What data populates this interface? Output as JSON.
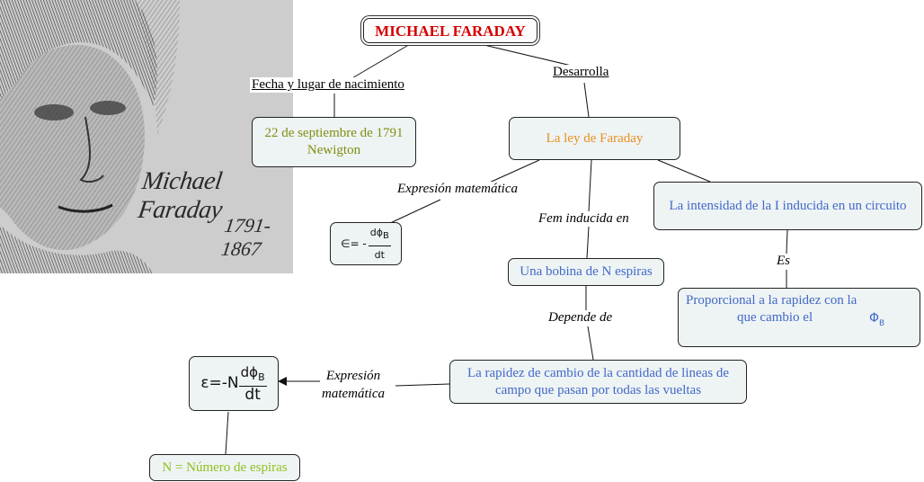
{
  "portrait": {
    "name_signature": "Michael Faraday",
    "years": "1791-1867"
  },
  "title": "MICHAEL FARADAY",
  "links": {
    "birth": "Fecha y lugar de nacimiento",
    "develops": "Desarrolla",
    "math_expr": "Expresión matemática",
    "fem_induced": "Fem inducida en",
    "is": "Es",
    "depends": "Depende de",
    "math_expr2_line1": "Expresión",
    "math_expr2_line2": "matemática"
  },
  "nodes": {
    "birth_line1": "22 de septiembre de 1791",
    "birth_line2": "Newigton",
    "law": "La ley de Faraday",
    "intensity": "La intensidad de la I inducida en un circuito",
    "proportional_line1": "Proporcional a la rapidez con la",
    "proportional_line2": "que cambio el",
    "phi_symbol": "Φ",
    "phi_sub": "B",
    "coil": "Una bobina de N espiras",
    "rate_line1": "La rapidez de cambio de la cantidad de lineas de",
    "rate_line2": "campo que pasan por todas las vueltas",
    "n_def": "N = Número de espiras"
  },
  "formula1": {
    "lhs": "∈= -",
    "num": "dϕ",
    "sub": "B",
    "den": "dt"
  },
  "formula2": {
    "lhs": "ε=-N",
    "num": "dϕ",
    "sub": "B",
    "den": "dt"
  }
}
